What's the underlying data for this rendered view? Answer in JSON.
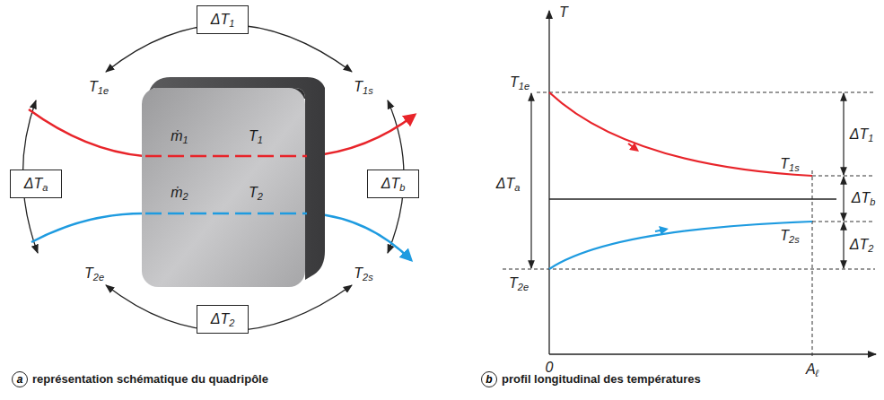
{
  "diagram": {
    "nodes": [
      {
        "text": [
          "ΔT1"
        ]
      },
      {
        "text": [
          "ΔTa"
        ]
      },
      {
        "text": [
          "ṁ1",
          "T1",
          "ṁ2",
          "T2"
        ]
      },
      {
        "text": [
          "ΔTb"
        ]
      },
      {
        "text": [
          "ΔT2"
        ]
      },
      {
        "text": [
          "a"
        ]
      },
      {
        "text": [
          "b"
        ]
      }
    ],
    "labels": [
      "T1e",
      "T1s",
      "T2e",
      "T2s",
      "représentation schématique du quadripôle",
      "T",
      "T1e",
      "ΔT1",
      "T1s",
      "ΔTb",
      "ΔTa",
      "T2s",
      "ΔT2",
      "T2e",
      "0",
      "Aℓ",
      "profil longitudinal des températures"
    ]
  }
}
